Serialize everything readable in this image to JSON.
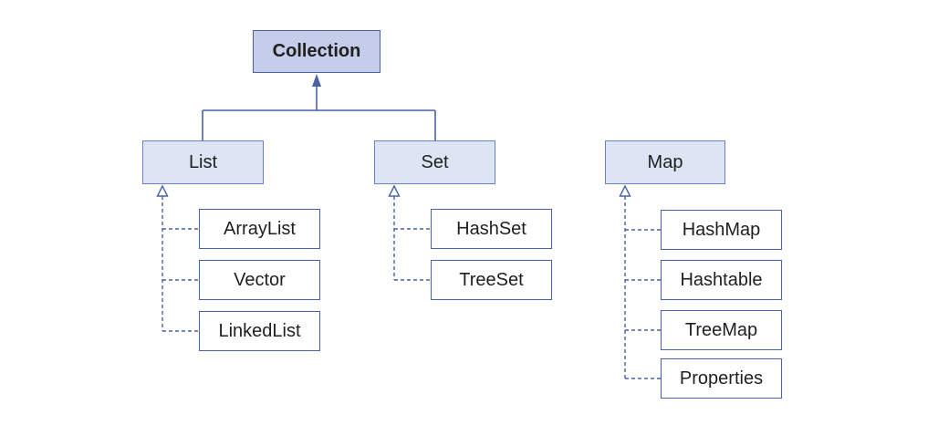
{
  "root": {
    "label": "Collection"
  },
  "interfaces": {
    "list": {
      "label": "List"
    },
    "set": {
      "label": "Set"
    },
    "map": {
      "label": "Map"
    }
  },
  "implementations": {
    "list": [
      {
        "label": "ArrayList"
      },
      {
        "label": "Vector"
      },
      {
        "label": "LinkedList"
      }
    ],
    "set": [
      {
        "label": "HashSet"
      },
      {
        "label": "TreeSet"
      }
    ],
    "map": [
      {
        "label": "HashMap"
      },
      {
        "label": "Hashtable"
      },
      {
        "label": "TreeMap"
      },
      {
        "label": "Properties"
      }
    ]
  },
  "colors": {
    "root_fill": "#c5cdea",
    "interface_fill": "#dde4f4",
    "border": "#4a62a6",
    "line": "#4a62a6"
  }
}
